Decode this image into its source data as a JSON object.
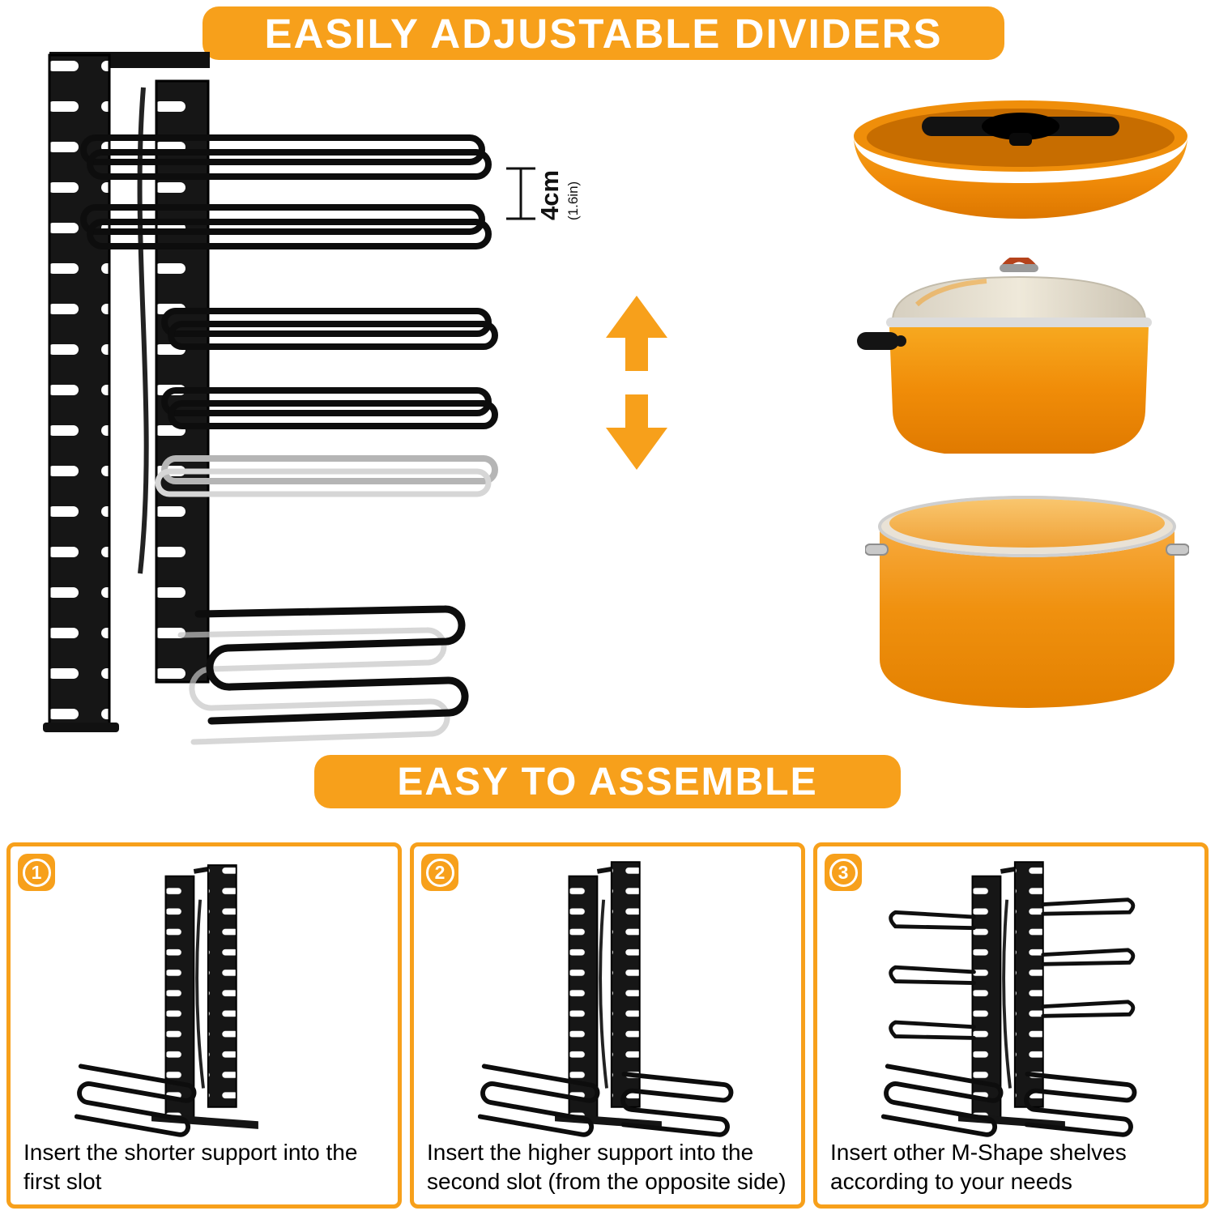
{
  "colors": {
    "accent": "#F7A01B",
    "banner_text": "#FFFFFF",
    "rack_black": "#141414"
  },
  "header_banner": {
    "label": "EASILY ADJUSTABLE DIVIDERS"
  },
  "measurement": {
    "primary": "4cm",
    "secondary": "(1.6in)"
  },
  "assemble_banner": {
    "label": "EASY TO ASSEMBLE"
  },
  "icons": {
    "adjust_arrows": "up-down-arrow-icon"
  },
  "steps": [
    {
      "number": "1",
      "caption": "Insert the shorter support into the first slot"
    },
    {
      "number": "2",
      "caption": "Insert the higher support into the second slot (from the opposite side)"
    },
    {
      "number": "3",
      "caption": "Insert other M-Shape shelves according to your needs"
    }
  ]
}
